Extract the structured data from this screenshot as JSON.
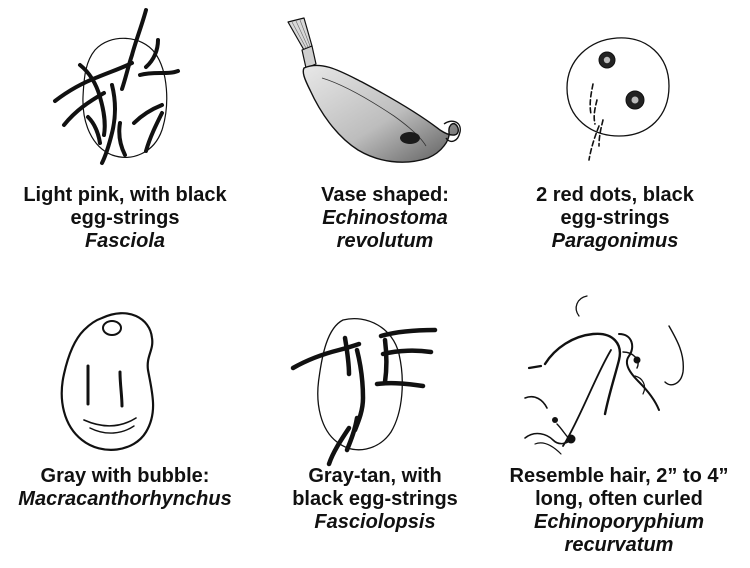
{
  "panels": [
    {
      "desc_lines": [
        "Light pink, with black",
        "egg-strings"
      ],
      "scientific_lines": [
        "Fasciola"
      ]
    },
    {
      "desc_lines": [
        "Vase shaped:"
      ],
      "scientific_lines": [
        "Echinostoma",
        "revolutum"
      ]
    },
    {
      "desc_lines": [
        "2 red dots, black",
        "egg-strings"
      ],
      "scientific_lines": [
        "Paragonimus"
      ]
    },
    {
      "desc_lines": [
        "Gray with bubble:"
      ],
      "scientific_lines": [
        "Macracanthorhynchus"
      ]
    },
    {
      "desc_lines": [
        "Gray-tan, with",
        "black egg-strings"
      ],
      "scientific_lines": [
        "Fasciolopsis"
      ]
    },
    {
      "desc_lines": [
        "Resemble hair, 2” to 4”",
        "long, often curled"
      ],
      "scientific_lines": [
        "Echinoporyphium",
        "recurvatum"
      ]
    }
  ]
}
